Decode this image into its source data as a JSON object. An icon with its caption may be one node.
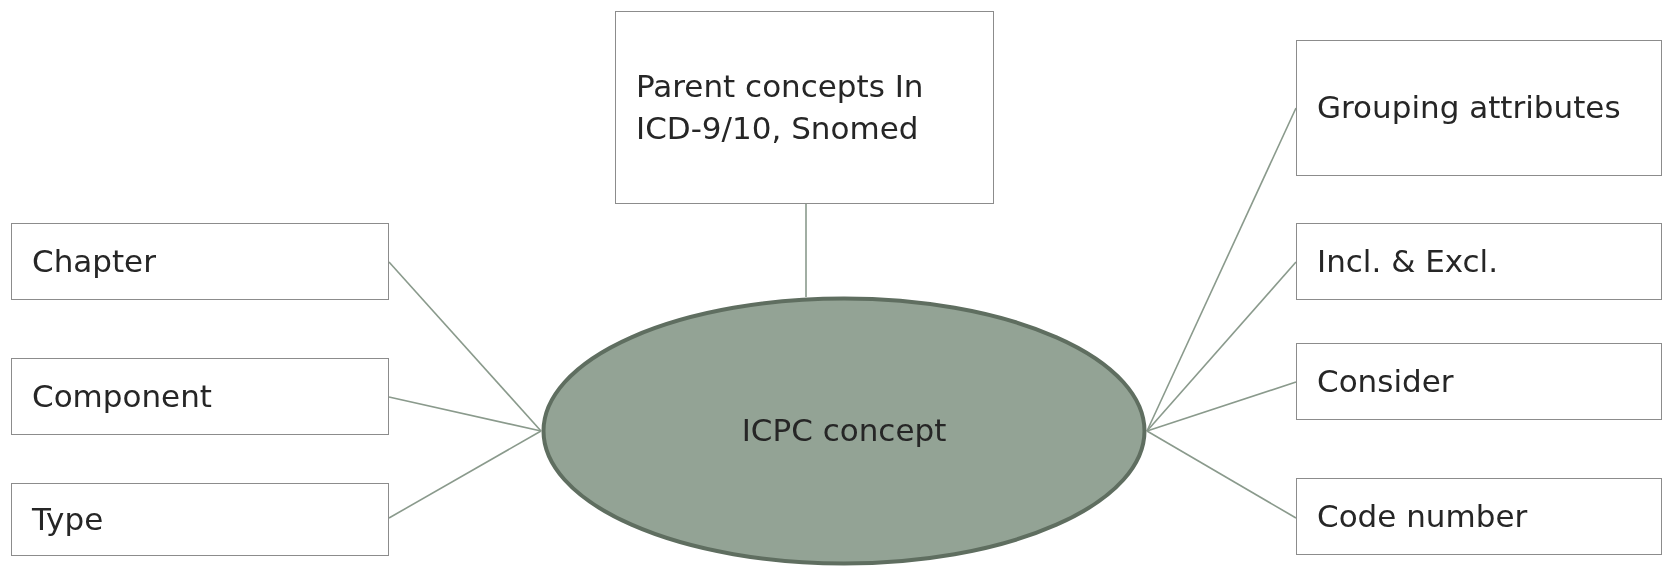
{
  "diagram": {
    "nodes": [
      {
        "text": [
          "Parent concepts In ICD-9/10, Snomed"
        ]
      },
      {
        "text": [
          "Grouping attributes"
        ]
      },
      {
        "text": [
          "Chapter"
        ]
      },
      {
        "text": [
          "Incl. & Excl."
        ]
      },
      {
        "text": [
          "Consider"
        ]
      },
      {
        "text": [
          "Component"
        ]
      },
      {
        "text": [
          "ICPC concept"
        ]
      },
      {
        "text": [
          "Type"
        ]
      },
      {
        "text": [
          "Code number"
        ]
      }
    ],
    "edges": [
      {
        "from": 0,
        "to": 6,
        "arrow": "none"
      },
      {
        "from": 1,
        "to": 6,
        "arrow": "none"
      },
      {
        "from": 2,
        "to": 6,
        "arrow": "none"
      },
      {
        "from": 3,
        "to": 6,
        "arrow": "none"
      },
      {
        "from": 4,
        "to": 6,
        "arrow": "none"
      },
      {
        "from": 5,
        "to": 6,
        "arrow": "none"
      },
      {
        "from": 7,
        "to": 6,
        "arrow": "none"
      },
      {
        "from": 8,
        "to": 6,
        "arrow": "none"
      }
    ]
  }
}
